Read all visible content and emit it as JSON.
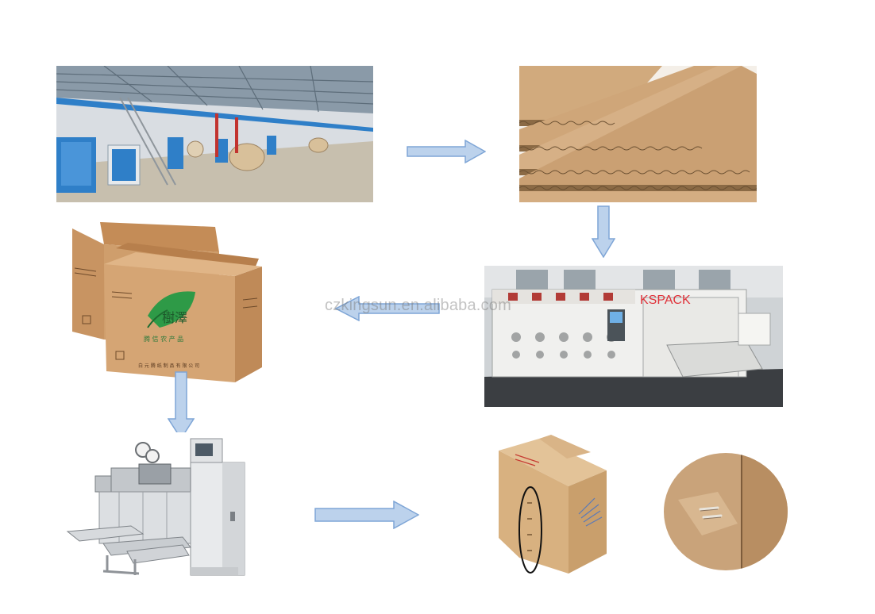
{
  "watermark": "czkingsun.en.alibaba.com",
  "machine_brand": "KSPACK",
  "box_print": {
    "brand": "樹澤",
    "slogan": "腾 信 农 产 品",
    "company": "白 元 腾 纸 制 品 有 限 公 司"
  },
  "colors": {
    "arrow_fill": "#bcd2ec",
    "arrow_stroke": "#7ea5d6",
    "cardboard": "#c99a6a",
    "machine_blue": "#2f7fc8",
    "brand_red": "#e0323a"
  },
  "steps": [
    {
      "name": "corrugated-production-line"
    },
    {
      "name": "corrugated-boards"
    },
    {
      "name": "printing-slotting-machine"
    },
    {
      "name": "printed-carton-boxes"
    },
    {
      "name": "stitching-machine"
    },
    {
      "name": "stitched-carton-detail"
    }
  ]
}
